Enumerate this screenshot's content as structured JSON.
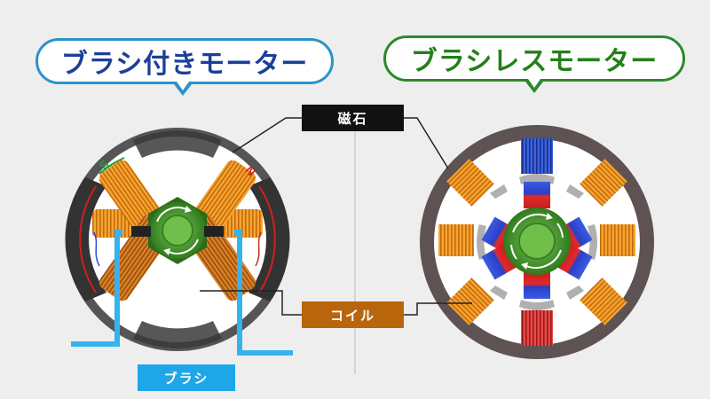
{
  "titles": {
    "brushed": "ブラシ付きモーター",
    "brushless": "ブラシレスモーター"
  },
  "labels": {
    "magnet": "磁石",
    "coil": "コイル",
    "brush": "ブラシ"
  },
  "pole_marks": {
    "south": "S",
    "north": "N"
  },
  "colors": {
    "brushed_border": "#2a93c8",
    "brushed_text": "#1c3f9a",
    "brushless_border": "#2a8a2a",
    "brushless_text": "#238019",
    "magnet_label_bg": "#111111",
    "coil_label_bg": "#b8650c",
    "brush_label_bg": "#1fa6e8",
    "coil": "#f39a1e",
    "rotor": "#4a9e2c",
    "magnet_north": "#d8202a",
    "magnet_south": "#2a4bd8"
  }
}
